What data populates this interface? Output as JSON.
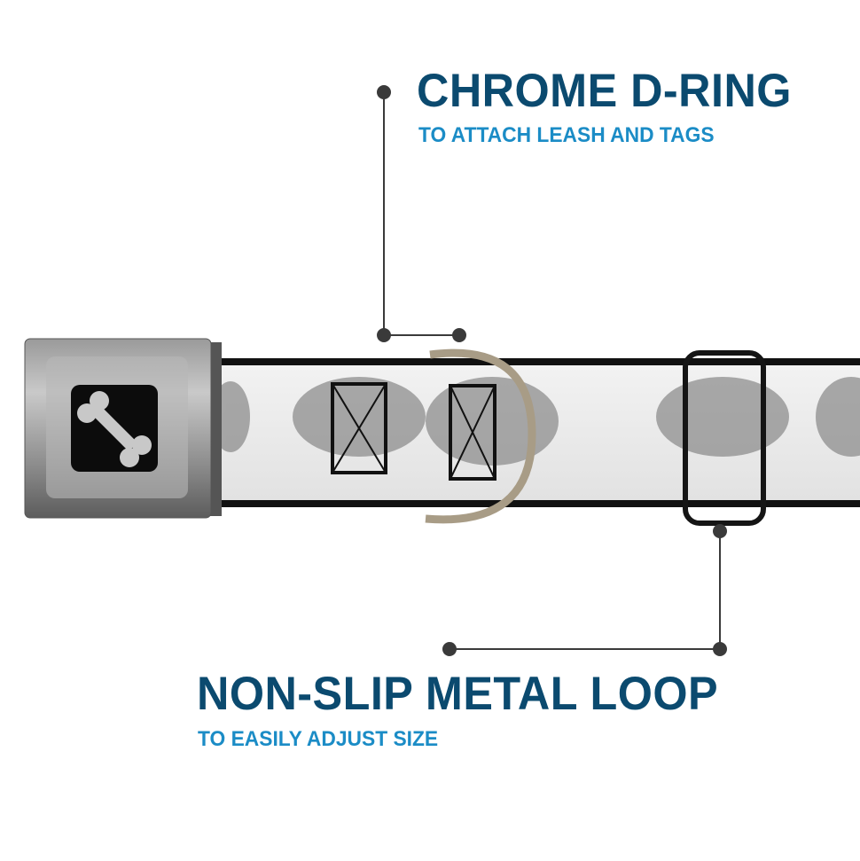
{
  "callouts": {
    "d_ring": {
      "title": "CHROME D-RING",
      "subtitle": "TO ATTACH LEASH AND TAGS"
    },
    "metal_loop": {
      "title": "NON-SLIP METAL LOOP",
      "subtitle": "TO EASILY ADJUST SIZE"
    }
  },
  "colors": {
    "title": "#0b4a6f",
    "subtitle": "#1b8cc6",
    "leader": "#3a3a3a"
  },
  "icons": {
    "buckle_logo": "bone-icon"
  }
}
